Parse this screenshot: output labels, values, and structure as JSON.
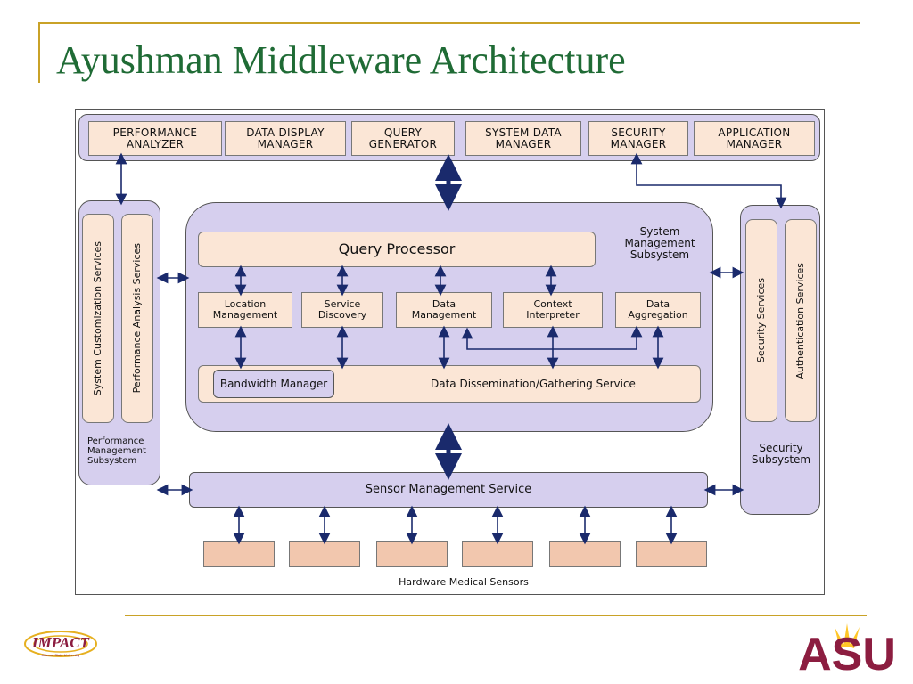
{
  "slide": {
    "title": "Ayushman Middleware Architecture"
  },
  "top_modules": [
    {
      "line1": "PERFORMANCE",
      "line2": "ANALYZER"
    },
    {
      "line1": "DATA DISPLAY",
      "line2": "MANAGER"
    },
    {
      "line1": "QUERY",
      "line2": "GENERATOR"
    },
    {
      "line1": "SYSTEM DATA",
      "line2": "MANAGER"
    },
    {
      "line1": "SECURITY",
      "line2": "MANAGER"
    },
    {
      "line1": "APPLICATION",
      "line2": "MANAGER"
    }
  ],
  "performance_subsystem": {
    "col1": "System Customization Services",
    "col2": "Performance Analysis Services",
    "label_l1": "Performance",
    "label_l2": "Management",
    "label_l3": "Subsystem"
  },
  "system_management": {
    "label_l1": "System",
    "label_l2": "Management",
    "label_l3": "Subsystem",
    "query_processor": "Query Processor",
    "modules": [
      {
        "line1": "Location",
        "line2": "Management"
      },
      {
        "line1": "Service",
        "line2": "Discovery"
      },
      {
        "line1": "Data",
        "line2": "Management"
      },
      {
        "line1": "Context",
        "line2": "Interpreter"
      },
      {
        "line1": "Data",
        "line2": "Aggregation"
      }
    ],
    "bandwidth_manager": "Bandwidth Manager",
    "dissemination": "Data Dissemination/Gathering Service"
  },
  "security_subsystem": {
    "col1": "Security Services",
    "col2": "Authentication Services",
    "label_l1": "Security",
    "label_l2": "Subsystem"
  },
  "sensor_management": "Sensor Management Service",
  "hardware_label": "Hardware Medical Sensors",
  "logos": {
    "left_text": "IMPACT",
    "left_subtext": "Arizona State University",
    "right_text": "ASU"
  },
  "colors": {
    "title_green": "#1f6b35",
    "rule_gold": "#c9a227",
    "lavender": "#d6cfee",
    "peach": "#fbe6d6",
    "sensor": "#f2c7ae",
    "arrow_navy": "#1a2a6c",
    "asu_maroon": "#8c1d40",
    "asu_gold": "#ffc627"
  }
}
